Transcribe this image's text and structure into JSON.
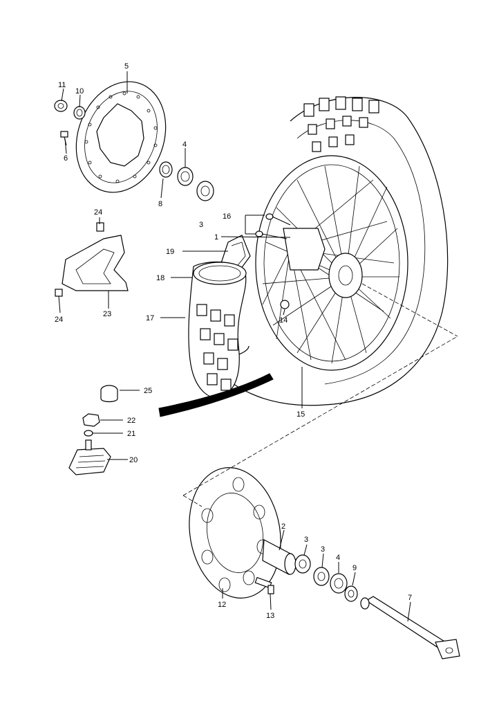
{
  "callouts": {
    "p1": "1",
    "p2": "2",
    "p3a": "3",
    "p3b": "3",
    "p3c": "3",
    "p4a": "4",
    "p4b": "4",
    "p5": "5",
    "p6": "6",
    "p7": "7",
    "p8": "8",
    "p9": "9",
    "p10": "10",
    "p11": "11",
    "p12": "12",
    "p13": "13",
    "p14": "14",
    "p15": "15",
    "p16": "16",
    "p17": "17",
    "p18": "18",
    "p19": "19",
    "p20": "20",
    "p21": "21",
    "p22": "22",
    "p23": "23",
    "p24a": "24",
    "p24b": "24",
    "p25": "25"
  }
}
